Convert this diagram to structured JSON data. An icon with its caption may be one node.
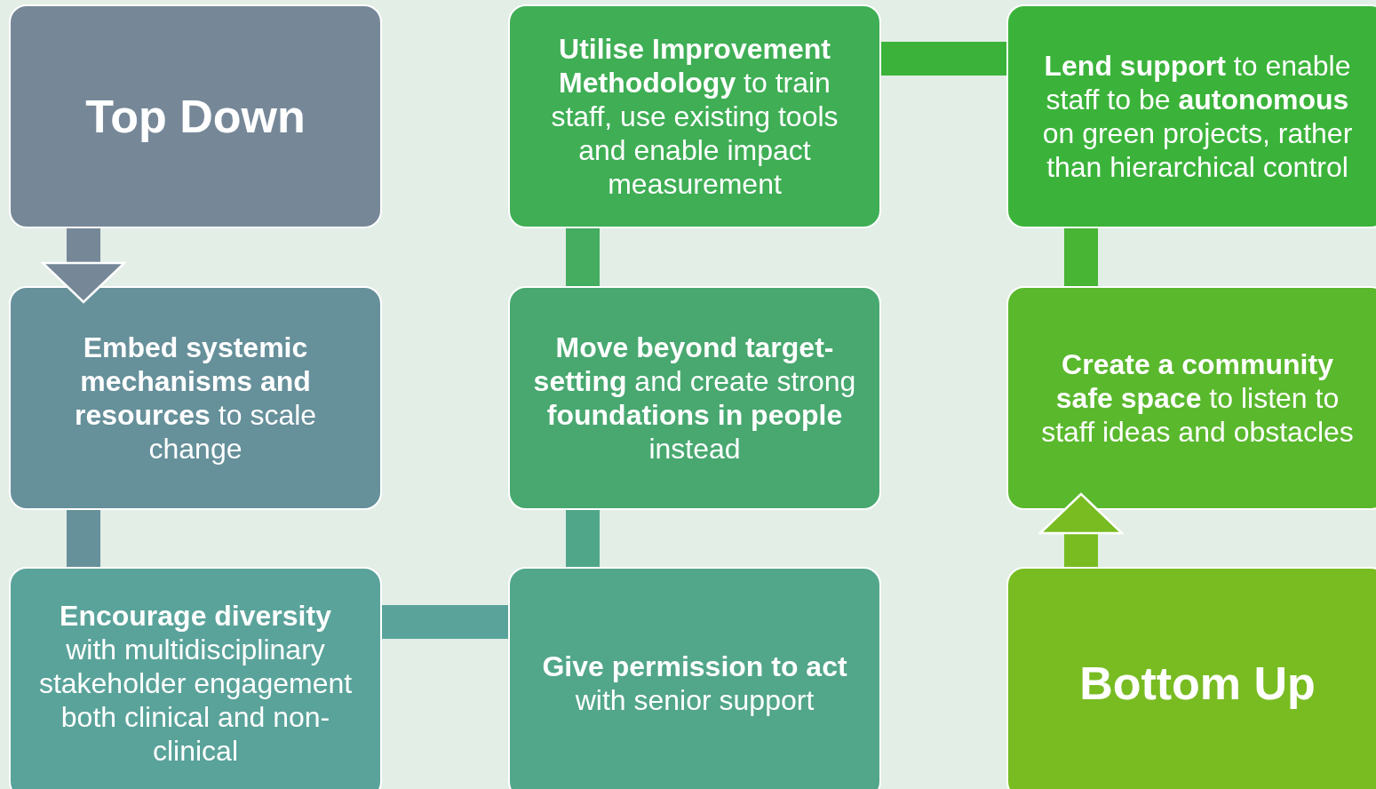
{
  "diagram": {
    "nodes": [
      {
        "text": [
          "Top Down"
        ]
      },
      {
        "text": [
          "**Utilise Improvement Methodology** to train staff, use existing tools and enable impact measurement"
        ]
      },
      {
        "text": [
          "**Lend support** to enable staff to be **autonomous** on green projects, rather than hierarchical control"
        ]
      },
      {
        "text": [
          "**Embed systemic mechanisms and resources** to scale change"
        ]
      },
      {
        "text": [
          "**Move beyond target-setting** and create strong **foundations in people** instead"
        ]
      },
      {
        "text": [
          "**Create a community safe space** to listen to staff ideas and obstacles"
        ]
      },
      {
        "text": [
          "**Encourage diversity** with multidisciplinary stakeholder engagement both clinical and non-clinical"
        ]
      },
      {
        "text": [
          "**Give permission to act** with senior support"
        ]
      },
      {
        "text": [
          "Bottom Up"
        ]
      }
    ],
    "edges": [
      {
        "from": 0,
        "to": 3,
        "arrow": "to",
        "color": "#768898"
      },
      {
        "from": 3,
        "to": 6,
        "arrow": "none",
        "color": "#66909a"
      },
      {
        "from": 6,
        "to": 7,
        "arrow": "none",
        "color": "#5aa39a"
      },
      {
        "from": 7,
        "to": 4,
        "arrow": "none",
        "color": "#4fa688"
      },
      {
        "from": 4,
        "to": 1,
        "arrow": "none",
        "color": "#44ad60"
      },
      {
        "from": 1,
        "to": 2,
        "arrow": "none",
        "color": "#3bb33a"
      },
      {
        "from": 2,
        "to": 5,
        "arrow": "none",
        "color": "#48b534"
      },
      {
        "from": 8,
        "to": 5,
        "arrow": "to",
        "color": "#78bc22"
      }
    ]
  }
}
